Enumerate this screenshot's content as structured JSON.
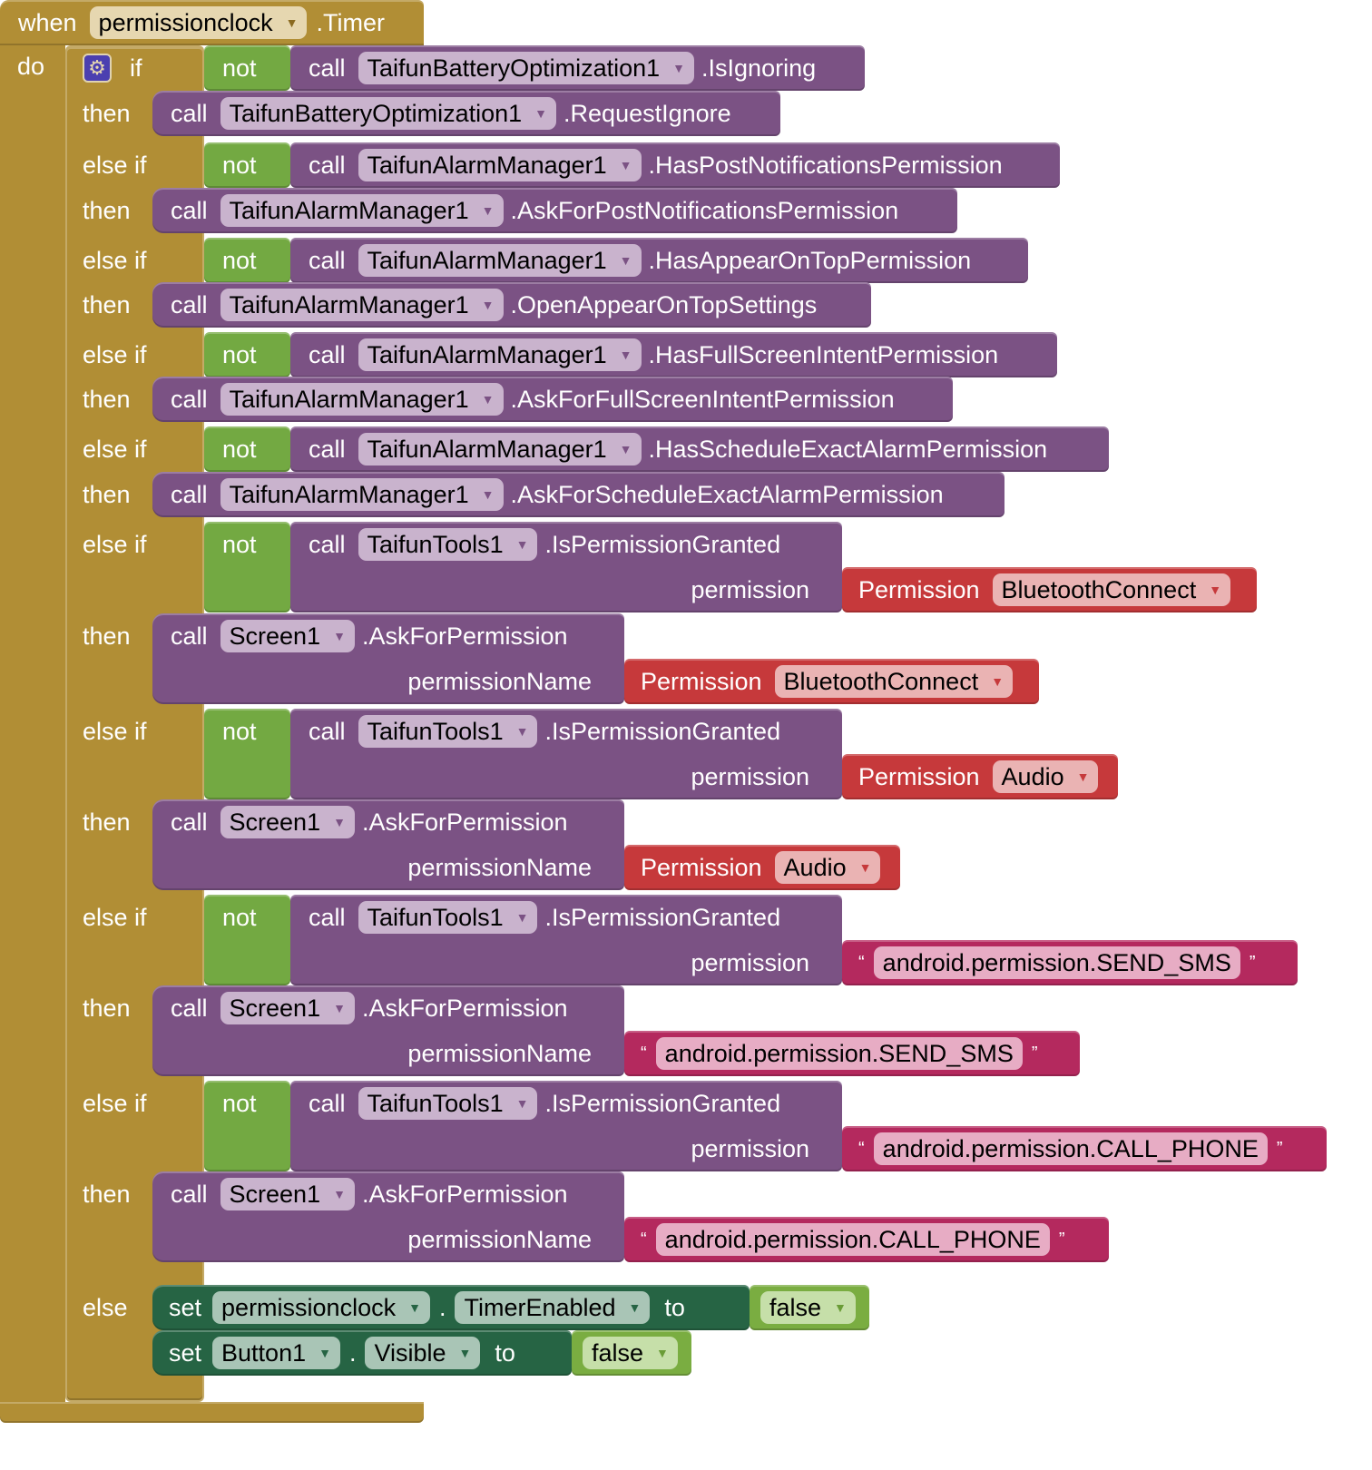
{
  "event": {
    "keyword": "when",
    "component": "permissionclock",
    "event": ".Timer",
    "do_label": "do"
  },
  "if_block": {
    "if_label": "if",
    "then_label": "then",
    "else_if_label": "else if",
    "else_label": "else",
    "mutator_icon": "gear-icon"
  },
  "branches": [
    {
      "condition": {
        "not": "not",
        "call": "call",
        "component": "TaifunBatteryOptimization1",
        "method": ".IsIgnoring"
      },
      "action": {
        "call": "call",
        "component": "TaifunBatteryOptimization1",
        "method": ".RequestIgnore"
      }
    },
    {
      "condition": {
        "not": "not",
        "call": "call",
        "component": "TaifunAlarmManager1",
        "method": ".HasPostNotificationsPermission"
      },
      "action": {
        "call": "call",
        "component": "TaifunAlarmManager1",
        "method": ".AskForPostNotificationsPermission"
      }
    },
    {
      "condition": {
        "not": "not",
        "call": "call",
        "component": "TaifunAlarmManager1",
        "method": ".HasAppearOnTopPermission"
      },
      "action": {
        "call": "call",
        "component": "TaifunAlarmManager1",
        "method": ".OpenAppearOnTopSettings"
      }
    },
    {
      "condition": {
        "not": "not",
        "call": "call",
        "component": "TaifunAlarmManager1",
        "method": ".HasFullScreenIntentPermission"
      },
      "action": {
        "call": "call",
        "component": "TaifunAlarmManager1",
        "method": ".AskForFullScreenIntentPermission"
      }
    },
    {
      "condition": {
        "not": "not",
        "call": "call",
        "component": "TaifunAlarmManager1",
        "method": ".HasScheduleExactAlarmPermission"
      },
      "action": {
        "call": "call",
        "component": "TaifunAlarmManager1",
        "method": ".AskForScheduleExactAlarmPermission"
      }
    },
    {
      "condition": {
        "not": "not",
        "call": "call",
        "component": "TaifunTools1",
        "method": ".IsPermissionGranted",
        "arg_label": "permission",
        "arg": {
          "type": "permission",
          "keyword": "Permission",
          "value": "BluetoothConnect"
        }
      },
      "action": {
        "call": "call",
        "component": "Screen1",
        "method": ".AskForPermission",
        "arg_label": "permissionName",
        "arg": {
          "type": "permission",
          "keyword": "Permission",
          "value": "BluetoothConnect"
        }
      }
    },
    {
      "condition": {
        "not": "not",
        "call": "call",
        "component": "TaifunTools1",
        "method": ".IsPermissionGranted",
        "arg_label": "permission",
        "arg": {
          "type": "permission",
          "keyword": "Permission",
          "value": "Audio"
        }
      },
      "action": {
        "call": "call",
        "component": "Screen1",
        "method": ".AskForPermission",
        "arg_label": "permissionName",
        "arg": {
          "type": "permission",
          "keyword": "Permission",
          "value": "Audio"
        }
      }
    },
    {
      "condition": {
        "not": "not",
        "call": "call",
        "component": "TaifunTools1",
        "method": ".IsPermissionGranted",
        "arg_label": "permission",
        "arg": {
          "type": "text",
          "open": "“",
          "value": "android.permission.SEND_SMS",
          "close": "”"
        }
      },
      "action": {
        "call": "call",
        "component": "Screen1",
        "method": ".AskForPermission",
        "arg_label": "permissionName",
        "arg": {
          "type": "text",
          "open": "“",
          "value": "android.permission.SEND_SMS",
          "close": "”"
        }
      }
    },
    {
      "condition": {
        "not": "not",
        "call": "call",
        "component": "TaifunTools1",
        "method": ".IsPermissionGranted",
        "arg_label": "permission",
        "arg": {
          "type": "text",
          "open": "“",
          "value": "android.permission.CALL_PHONE",
          "close": "”"
        }
      },
      "action": {
        "call": "call",
        "component": "Screen1",
        "method": ".AskForPermission",
        "arg_label": "permissionName",
        "arg": {
          "type": "text",
          "open": "“",
          "value": "android.permission.CALL_PHONE",
          "close": "”"
        }
      }
    }
  ],
  "else_actions": [
    {
      "set": "set",
      "component": "permissionclock",
      "dot": ".",
      "property": "TimerEnabled",
      "to": "to",
      "value": "false"
    },
    {
      "set": "set",
      "component": "Button1",
      "dot": ".",
      "property": "Visible",
      "to": "to",
      "value": "false"
    }
  ],
  "colors": {
    "event": "#b18e35",
    "component_call": "#7b5284",
    "logic": "#73a942",
    "permission": "#c6393b",
    "text": "#b4295e",
    "setter": "#266444"
  }
}
